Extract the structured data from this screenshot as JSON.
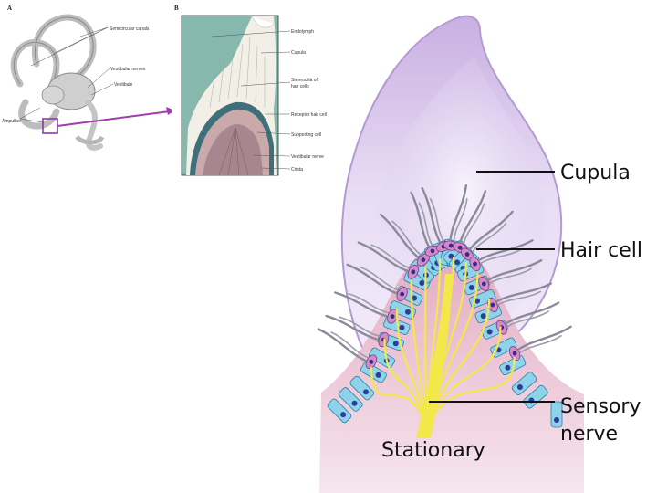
{
  "panel_a": {
    "letter": "A",
    "labels": {
      "semicircular_canals": "Semicircular canals",
      "vestibular_nerves": "Vestibular nerves",
      "vestibule": "Vestibule",
      "ampullae": "Ampullae"
    }
  },
  "panel_b": {
    "letter": "B",
    "labels": {
      "endolymph": "Endolymph",
      "cupula": "Cupula",
      "stereocilia_1": "Stereocilia of",
      "stereocilia_2": "hair cells",
      "receptor_hair_cell": "Receptor hair cell",
      "supporting_cell": "Supporting cell",
      "vestibular_nerve": "Vestibular nerve",
      "crista": "Crista"
    }
  },
  "main_diagram": {
    "labels": {
      "cupula": "Cupula",
      "hair_cell": "Hair cell",
      "sensory_1": "Sensory",
      "sensory_2": "nerve",
      "stationary": "Stationary"
    }
  },
  "colors": {
    "cupula_fill": "#d9c8ec",
    "cupula_edge": "#b49ad2",
    "supporting_cells": "#8fd3ea",
    "hair_cells": "#d58ac8",
    "nerve": "#f2e84a",
    "tissue": "#e6b8c8",
    "arrow": "#a23bb0",
    "panel_b_bg": "#7fb3a8"
  }
}
